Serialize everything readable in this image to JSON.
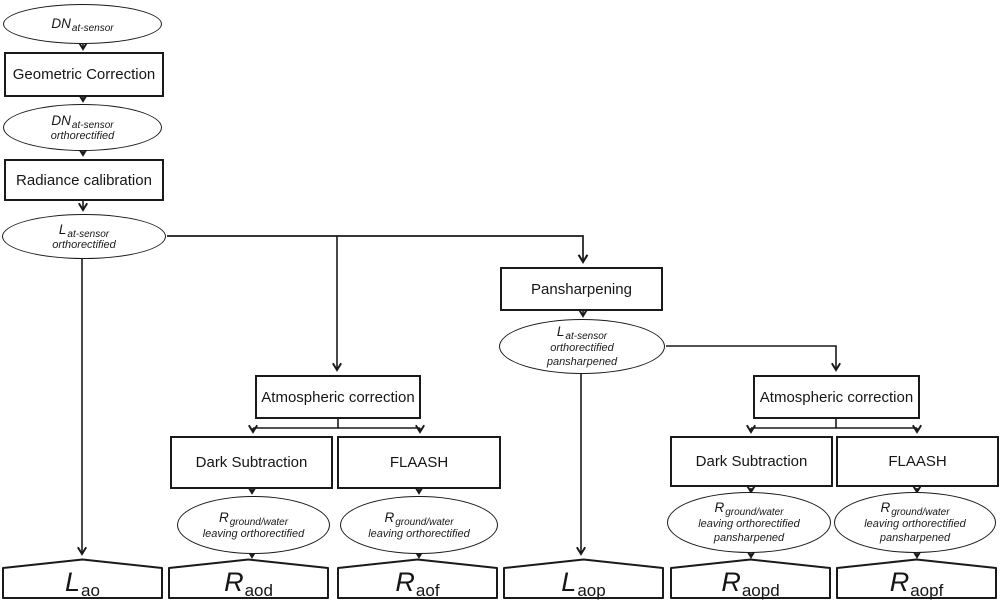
{
  "nodes": {
    "dn_at_sensor": {
      "var": "DN",
      "sub": "at-sensor"
    },
    "geometric_correction": {
      "label": "Geometric Correction"
    },
    "dn_orthorectified": {
      "var": "DN",
      "sub": "at-sensor",
      "line2": "orthorectified"
    },
    "radiance_calibration": {
      "label": "Radiance calibration"
    },
    "l_orthorectified": {
      "var": "L",
      "sub": "at-sensor",
      "line2": "orthorectified"
    },
    "pansharpening": {
      "label": "Pansharpening"
    },
    "l_pansharpened": {
      "var": "L",
      "sub": "at-sensor",
      "line2": "orthorectified",
      "line3": "pansharpened"
    },
    "atmospheric_correction_1": {
      "label": "Atmospheric correction"
    },
    "dark_subtraction_1": {
      "label": "Dark Subtraction"
    },
    "flaash_1": {
      "label": "FLAASH"
    },
    "r_leaving_1": {
      "var": "R",
      "sub": "ground/water",
      "line2": "leaving orthorectified"
    },
    "r_leaving_2": {
      "var": "R",
      "sub": "ground/water",
      "line2": "leaving orthorectified"
    },
    "atmospheric_correction_2": {
      "label": "Atmospheric correction"
    },
    "dark_subtraction_2": {
      "label": "Dark Subtraction"
    },
    "flaash_2": {
      "label": "FLAASH"
    },
    "r_leaving_pan_1": {
      "var": "R",
      "sub": "ground/water",
      "line2": "leaving orthorectified",
      "line3": "pansharpened"
    },
    "r_leaving_pan_2": {
      "var": "R",
      "sub": "ground/water",
      "line2": "leaving orthorectified",
      "line3": "pansharpened"
    }
  },
  "outputs": {
    "lao": {
      "var": "L",
      "sub": "ao"
    },
    "raod": {
      "var": "R",
      "sub": "aod"
    },
    "raof": {
      "var": "R",
      "sub": "aof"
    },
    "laop": {
      "var": "L",
      "sub": "aop"
    },
    "raopd": {
      "var": "R",
      "sub": "aopd"
    },
    "raopf": {
      "var": "R",
      "sub": "aopf"
    }
  },
  "colors": {
    "line": "#1a1a1a",
    "node_fill": "#ffffff",
    "background": "#ffffff"
  }
}
